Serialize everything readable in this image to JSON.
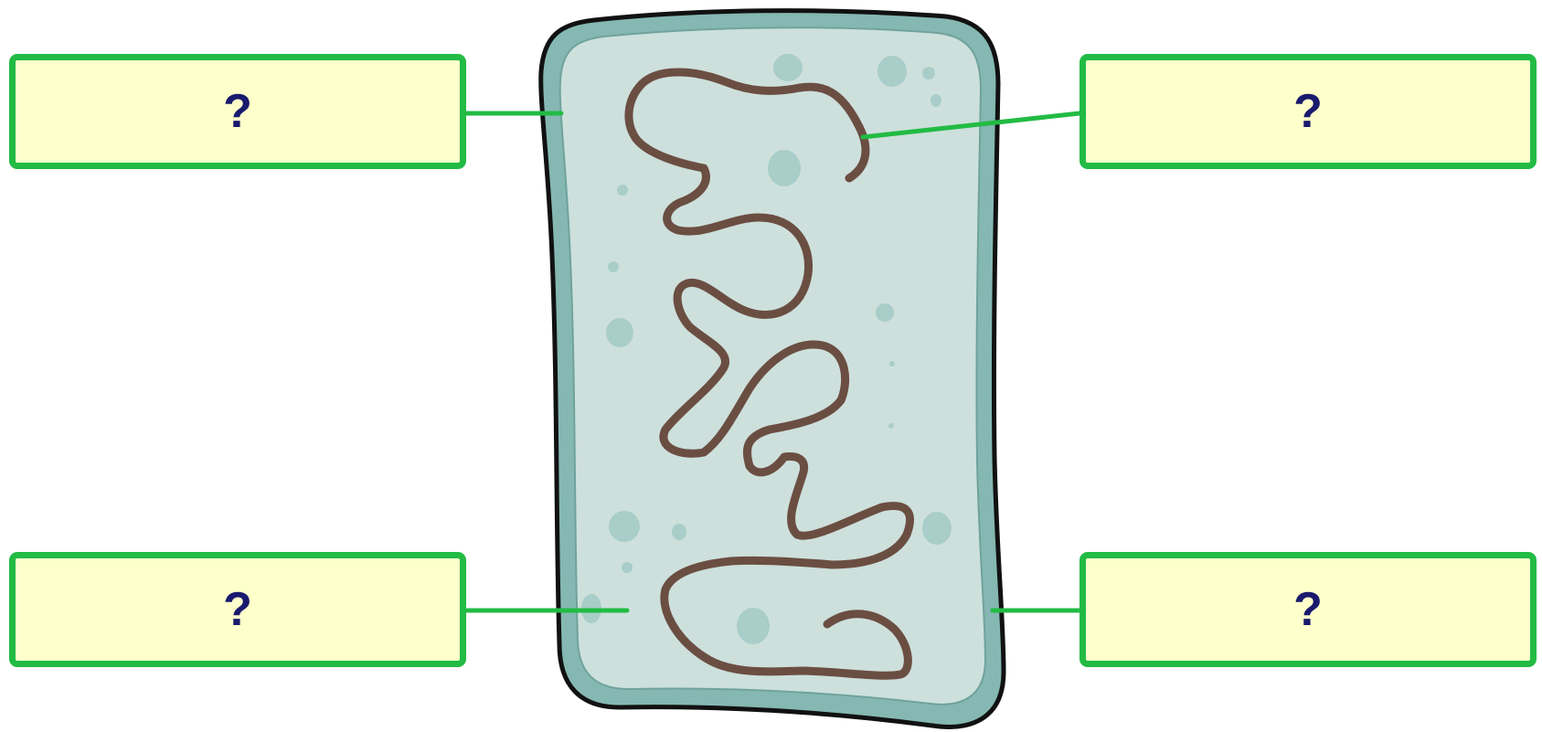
{
  "colors": {
    "label_border": "#22bb44",
    "label_fill": "#ffffcc",
    "label_text": "#1a1a6e",
    "leader_line": "#22bb44",
    "cell_wall": "#85b8b2",
    "cytoplasm": "#cde0dc",
    "outline": "#111111",
    "dna": "#6b4e42",
    "ribosome": "#a9cdc8"
  },
  "labels": [
    {
      "id": "top-left",
      "text": "?"
    },
    {
      "id": "top-right",
      "text": "?"
    },
    {
      "id": "bottom-left",
      "text": "?"
    },
    {
      "id": "bottom-right",
      "text": "?"
    }
  ]
}
